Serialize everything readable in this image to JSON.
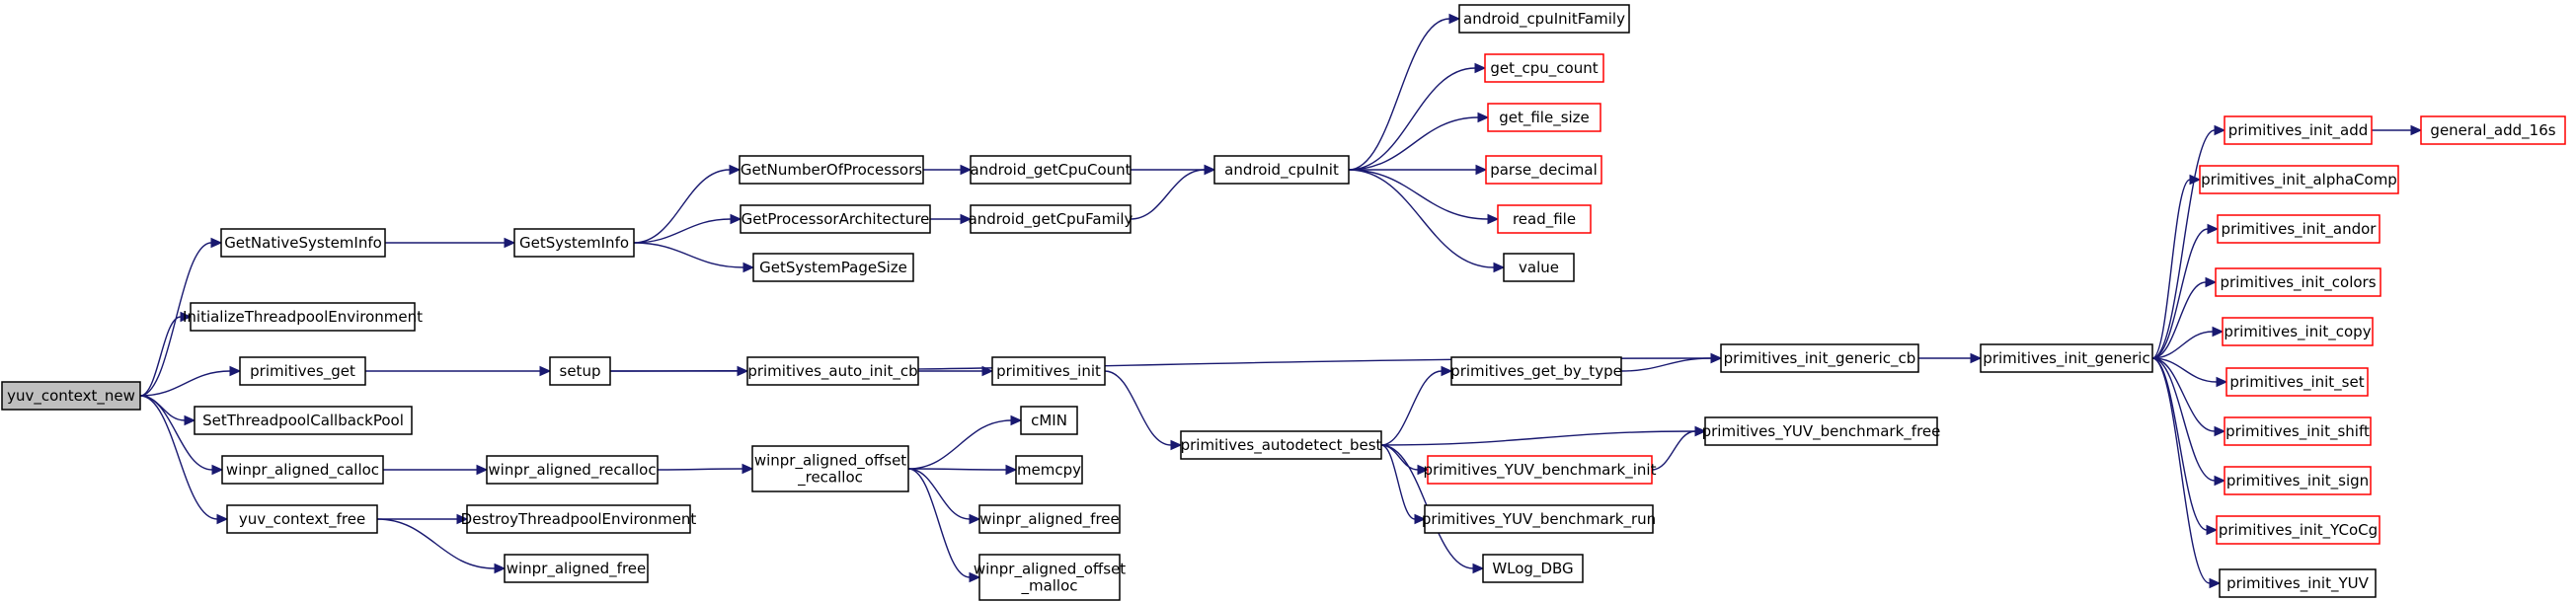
{
  "graph": {
    "nodes": [
      {
        "id": "yuv_context_new",
        "lines": [
          "yuv_context_new"
        ],
        "style": "root"
      },
      {
        "id": "GetNativeSystemInfo",
        "lines": [
          "GetNativeSystemInfo"
        ],
        "style": "normal"
      },
      {
        "id": "InitializeThreadpoolEnvironment",
        "lines": [
          "InitializeThreadpoolEnvironment"
        ],
        "style": "normal"
      },
      {
        "id": "primitives_get",
        "lines": [
          "primitives_get"
        ],
        "style": "normal"
      },
      {
        "id": "SetThreadpoolCallbackPool",
        "lines": [
          "SetThreadpoolCallbackPool"
        ],
        "style": "normal"
      },
      {
        "id": "winpr_aligned_calloc",
        "lines": [
          "winpr_aligned_calloc"
        ],
        "style": "normal"
      },
      {
        "id": "yuv_context_free",
        "lines": [
          "yuv_context_free"
        ],
        "style": "normal"
      },
      {
        "id": "GetSystemInfo",
        "lines": [
          "GetSystemInfo"
        ],
        "style": "normal"
      },
      {
        "id": "GetNumberOfProcessors",
        "lines": [
          "GetNumberOfProcessors"
        ],
        "style": "normal"
      },
      {
        "id": "GetProcessorArchitecture",
        "lines": [
          "GetProcessorArchitecture"
        ],
        "style": "normal"
      },
      {
        "id": "GetSystemPageSize",
        "lines": [
          "GetSystemPageSize"
        ],
        "style": "normal"
      },
      {
        "id": "android_getCpuCount",
        "lines": [
          "android_getCpuCount"
        ],
        "style": "normal"
      },
      {
        "id": "android_getCpuFamily",
        "lines": [
          "android_getCpuFamily"
        ],
        "style": "normal"
      },
      {
        "id": "android_cpuInit",
        "lines": [
          "android_cpuInit"
        ],
        "style": "normal"
      },
      {
        "id": "android_cpuInitFamily",
        "lines": [
          "android_cpuInitFamily"
        ],
        "style": "normal"
      },
      {
        "id": "get_cpu_count",
        "lines": [
          "get_cpu_count"
        ],
        "style": "missing"
      },
      {
        "id": "get_file_size",
        "lines": [
          "get_file_size"
        ],
        "style": "missing"
      },
      {
        "id": "parse_decimal",
        "lines": [
          "parse_decimal"
        ],
        "style": "missing"
      },
      {
        "id": "read_file",
        "lines": [
          "read_file"
        ],
        "style": "missing"
      },
      {
        "id": "value",
        "lines": [
          "value"
        ],
        "style": "normal"
      },
      {
        "id": "setup",
        "lines": [
          "setup"
        ],
        "style": "normal"
      },
      {
        "id": "primitives_auto_init_cb",
        "lines": [
          "primitives_auto_init_cb"
        ],
        "style": "normal"
      },
      {
        "id": "primitives_init",
        "lines": [
          "primitives_init"
        ],
        "style": "normal"
      },
      {
        "id": "primitives_autodetect_best",
        "lines": [
          "primitives_autodetect_best"
        ],
        "style": "normal"
      },
      {
        "id": "primitives_get_by_type",
        "lines": [
          "primitives_get_by_type"
        ],
        "style": "normal"
      },
      {
        "id": "primitives_YUV_benchmark_init",
        "lines": [
          "primitives_YUV_benchmark_init"
        ],
        "style": "missing"
      },
      {
        "id": "primitives_YUV_benchmark_run",
        "lines": [
          "primitives_YUV_benchmark_run"
        ],
        "style": "normal"
      },
      {
        "id": "WLog_DBG",
        "lines": [
          "WLog_DBG"
        ],
        "style": "normal"
      },
      {
        "id": "primitives_YUV_benchmark_free",
        "lines": [
          "primitives_YUV_benchmark_free"
        ],
        "style": "normal"
      },
      {
        "id": "primitives_init_generic_cb",
        "lines": [
          "primitives_init_generic_cb"
        ],
        "style": "normal"
      },
      {
        "id": "primitives_init_generic",
        "lines": [
          "primitives_init_generic"
        ],
        "style": "normal"
      },
      {
        "id": "primitives_init_add",
        "lines": [
          "primitives_init_add"
        ],
        "style": "missing"
      },
      {
        "id": "general_add_16s",
        "lines": [
          "general_add_16s"
        ],
        "style": "missing"
      },
      {
        "id": "primitives_init_alphaComp",
        "lines": [
          "primitives_init_alphaComp"
        ],
        "style": "missing"
      },
      {
        "id": "primitives_init_andor",
        "lines": [
          "primitives_init_andor"
        ],
        "style": "missing"
      },
      {
        "id": "primitives_init_colors",
        "lines": [
          "primitives_init_colors"
        ],
        "style": "missing"
      },
      {
        "id": "primitives_init_copy",
        "lines": [
          "primitives_init_copy"
        ],
        "style": "missing"
      },
      {
        "id": "primitives_init_set",
        "lines": [
          "primitives_init_set"
        ],
        "style": "missing"
      },
      {
        "id": "primitives_init_shift",
        "lines": [
          "primitives_init_shift"
        ],
        "style": "missing"
      },
      {
        "id": "primitives_init_sign",
        "lines": [
          "primitives_init_sign"
        ],
        "style": "missing"
      },
      {
        "id": "primitives_init_YCoCg",
        "lines": [
          "primitives_init_YCoCg"
        ],
        "style": "missing"
      },
      {
        "id": "primitives_init_YUV",
        "lines": [
          "primitives_init_YUV"
        ],
        "style": "normal"
      },
      {
        "id": "winpr_aligned_recalloc",
        "lines": [
          "winpr_aligned_recalloc"
        ],
        "style": "normal"
      },
      {
        "id": "winpr_aligned_offset_recalloc",
        "lines": [
          "winpr_aligned_offset",
          "_recalloc"
        ],
        "style": "normal"
      },
      {
        "id": "cMIN",
        "lines": [
          "cMIN"
        ],
        "style": "normal"
      },
      {
        "id": "memcpy",
        "lines": [
          "memcpy"
        ],
        "style": "normal"
      },
      {
        "id": "winpr_aligned_free_2",
        "lines": [
          "winpr_aligned_free"
        ],
        "style": "normal"
      },
      {
        "id": "winpr_aligned_offset_malloc",
        "lines": [
          "winpr_aligned_offset",
          "_malloc"
        ],
        "style": "normal"
      },
      {
        "id": "DestroyThreadpoolEnvironment",
        "lines": [
          "DestroyThreadpoolEnvironment"
        ],
        "style": "normal"
      },
      {
        "id": "winpr_aligned_free_1",
        "lines": [
          "winpr_aligned_free"
        ],
        "style": "normal"
      }
    ],
    "edges": [
      [
        "yuv_context_new",
        "GetNativeSystemInfo"
      ],
      [
        "yuv_context_new",
        "InitializeThreadpoolEnvironment"
      ],
      [
        "yuv_context_new",
        "primitives_get"
      ],
      [
        "yuv_context_new",
        "SetThreadpoolCallbackPool"
      ],
      [
        "yuv_context_new",
        "winpr_aligned_calloc"
      ],
      [
        "yuv_context_new",
        "yuv_context_free"
      ],
      [
        "GetNativeSystemInfo",
        "GetSystemInfo"
      ],
      [
        "GetSystemInfo",
        "GetNumberOfProcessors"
      ],
      [
        "GetSystemInfo",
        "GetProcessorArchitecture"
      ],
      [
        "GetSystemInfo",
        "GetSystemPageSize"
      ],
      [
        "GetNumberOfProcessors",
        "android_getCpuCount"
      ],
      [
        "GetProcessorArchitecture",
        "android_getCpuFamily"
      ],
      [
        "android_getCpuCount",
        "android_cpuInit"
      ],
      [
        "android_getCpuFamily",
        "android_cpuInit"
      ],
      [
        "android_cpuInit",
        "android_cpuInitFamily"
      ],
      [
        "android_cpuInit",
        "get_cpu_count"
      ],
      [
        "android_cpuInit",
        "get_file_size"
      ],
      [
        "android_cpuInit",
        "parse_decimal"
      ],
      [
        "android_cpuInit",
        "read_file"
      ],
      [
        "android_cpuInit",
        "value"
      ],
      [
        "primitives_get",
        "setup"
      ],
      [
        "setup",
        "primitives_auto_init_cb"
      ],
      [
        "setup",
        "primitives_init_generic_cb"
      ],
      [
        "primitives_auto_init_cb",
        "primitives_init"
      ],
      [
        "primitives_init",
        "primitives_autodetect_best"
      ],
      [
        "primitives_autodetect_best",
        "primitives_get_by_type"
      ],
      [
        "primitives_autodetect_best",
        "primitives_YUV_benchmark_free"
      ],
      [
        "primitives_autodetect_best",
        "primitives_YUV_benchmark_init"
      ],
      [
        "primitives_autodetect_best",
        "primitives_YUV_benchmark_run"
      ],
      [
        "primitives_autodetect_best",
        "WLog_DBG"
      ],
      [
        "primitives_get_by_type",
        "primitives_init_generic_cb"
      ],
      [
        "primitives_YUV_benchmark_init",
        "primitives_YUV_benchmark_free"
      ],
      [
        "primitives_init_generic_cb",
        "primitives_init_generic"
      ],
      [
        "primitives_init_generic",
        "primitives_init_add"
      ],
      [
        "primitives_init_generic",
        "primitives_init_alphaComp"
      ],
      [
        "primitives_init_generic",
        "primitives_init_andor"
      ],
      [
        "primitives_init_generic",
        "primitives_init_colors"
      ],
      [
        "primitives_init_generic",
        "primitives_init_copy"
      ],
      [
        "primitives_init_generic",
        "primitives_init_set"
      ],
      [
        "primitives_init_generic",
        "primitives_init_shift"
      ],
      [
        "primitives_init_generic",
        "primitives_init_sign"
      ],
      [
        "primitives_init_generic",
        "primitives_init_YCoCg"
      ],
      [
        "primitives_init_generic",
        "primitives_init_YUV"
      ],
      [
        "primitives_init_add",
        "general_add_16s"
      ],
      [
        "winpr_aligned_calloc",
        "winpr_aligned_recalloc"
      ],
      [
        "winpr_aligned_recalloc",
        "winpr_aligned_offset_recalloc"
      ],
      [
        "winpr_aligned_offset_recalloc",
        "cMIN"
      ],
      [
        "winpr_aligned_offset_recalloc",
        "memcpy"
      ],
      [
        "winpr_aligned_offset_recalloc",
        "winpr_aligned_free_2"
      ],
      [
        "winpr_aligned_offset_recalloc",
        "winpr_aligned_offset_malloc"
      ],
      [
        "yuv_context_free",
        "DestroyThreadpoolEnvironment"
      ],
      [
        "yuv_context_free",
        "winpr_aligned_free_1"
      ]
    ]
  }
}
